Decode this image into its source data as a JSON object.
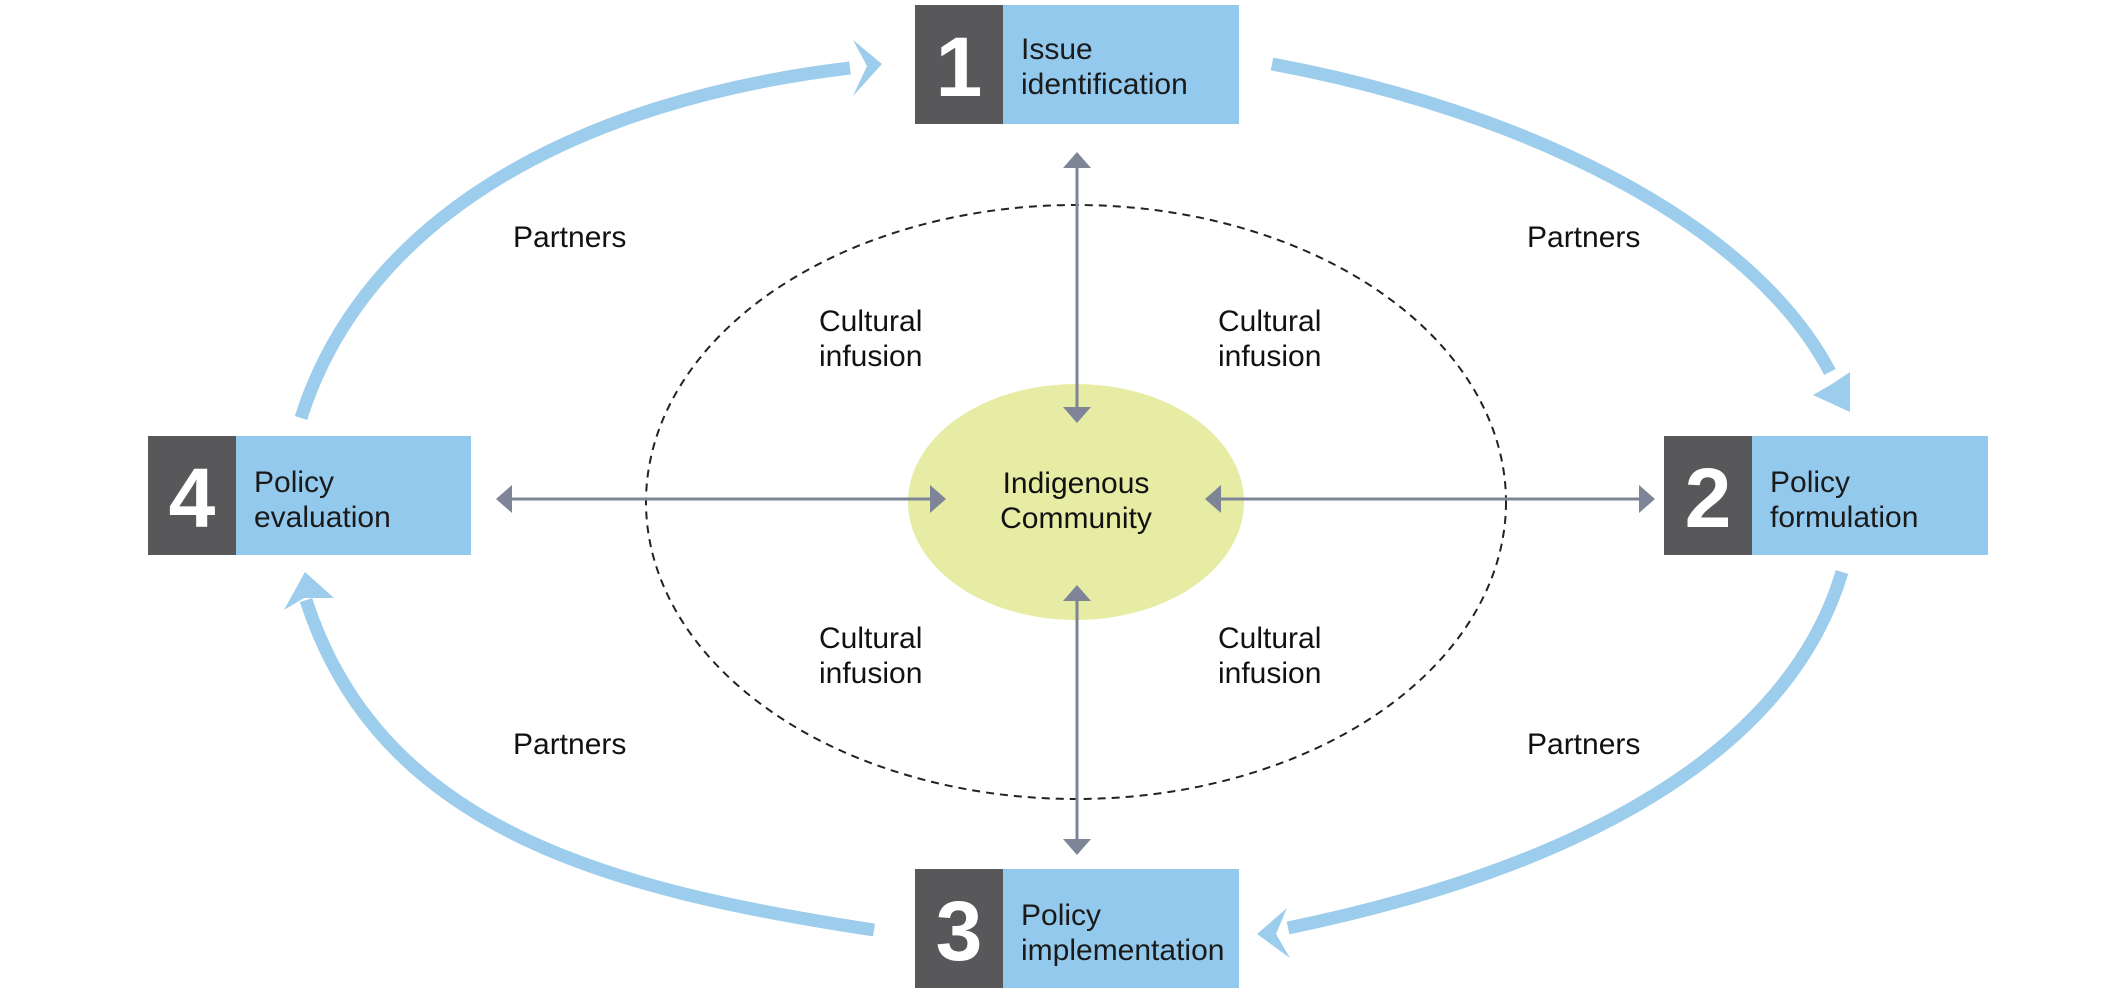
{
  "colors": {
    "cycle_arrow": "#9dcdec",
    "box_label_bg": "#93c9ec",
    "box_number_bg": "#58585a",
    "connector": "#7d8596",
    "community_fill": "#e6eca4",
    "dashed_ellipse": "#222222",
    "text": "#111111"
  },
  "stages": [
    {
      "number": "1",
      "label_line1": "Issue",
      "label_line2": "identification"
    },
    {
      "number": "2",
      "label_line1": "Policy",
      "label_line2": "formulation"
    },
    {
      "number": "3",
      "label_line1": "Policy",
      "label_line2": "implementation"
    },
    {
      "number": "4",
      "label_line1": "Policy",
      "label_line2": "evaluation"
    }
  ],
  "center": {
    "line1": "Indigenous",
    "line2": "Community"
  },
  "cultural_infusion": [
    {
      "line1": "Cultural",
      "line2": "infusion"
    },
    {
      "line1": "Cultural",
      "line2": "infusion"
    },
    {
      "line1": "Cultural",
      "line2": "infusion"
    },
    {
      "line1": "Cultural",
      "line2": "infusion"
    }
  ],
  "partners": [
    "Partners",
    "Partners",
    "Partners",
    "Partners"
  ]
}
